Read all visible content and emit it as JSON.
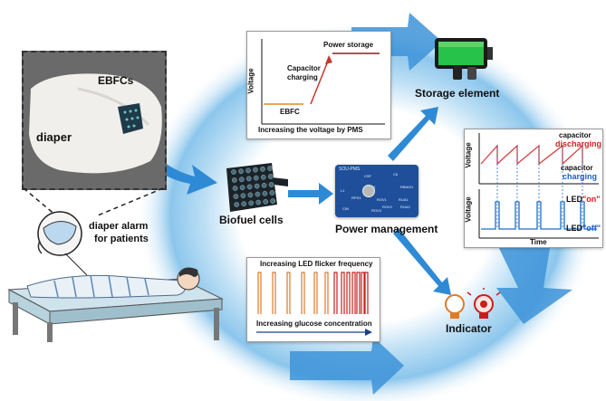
{
  "labels": {
    "diaper": "diaper",
    "ebfcs": "EBFCs",
    "alarm_line1": "diaper alarm",
    "alarm_line2": "for patients",
    "biofuel_cells": "Biofuel cells",
    "power_management": "Power management",
    "storage_element": "Storage element",
    "indicator": "Indicator"
  },
  "voltage_panel": {
    "ylabel": "Voltage",
    "xlabel": "Increasing the voltage by PMS",
    "power_storage": "Power storage",
    "capacitor_line1": "Capacitor",
    "capacitor_line2": "charging",
    "ebfc": "EBFC"
  },
  "led_panel": {
    "title": "Increasing LED flicker frequency",
    "xlabel": "Increasing glucose concentration"
  },
  "capacitor_panel": {
    "ylabel_top": "Voltage",
    "ylabel_bottom": "Voltage",
    "xlabel": "Time",
    "discharging_line1": "capacitor",
    "discharging_line2": "discharging",
    "charging_line1": "capacitor",
    "charging_line2": "charging",
    "led_on_prefix": "LED",
    "led_on": "\"on\"",
    "led_off_prefix": "LED",
    "led_off": "\"off\""
  },
  "pcb": {
    "brand": "SOU-PMS",
    "chips": [
      "L1",
      "CSF",
      "RPS1",
      "RPS2",
      "CIN",
      "C6",
      "ROV1",
      "ROV2",
      "ROV3",
      "RUA1",
      "RUA2",
      "RBIAS1"
    ]
  },
  "colors": {
    "circle_blue": "#6fb6e8",
    "arrow_blue": "#1f7fd0",
    "power_storage_line": "#8a1f1f",
    "ebfc_line": "#e08a2a",
    "charge_arrow": "#c0392b",
    "discharging_red": "#d62020",
    "charging_blue": "#1a5fc8",
    "pcb_blue": "#1f4f9a",
    "led_orange": "#e07a2a",
    "led_red": "#c81e1e",
    "led_trace_blue": "#1b6fd1",
    "saw_red": "#d94040"
  }
}
